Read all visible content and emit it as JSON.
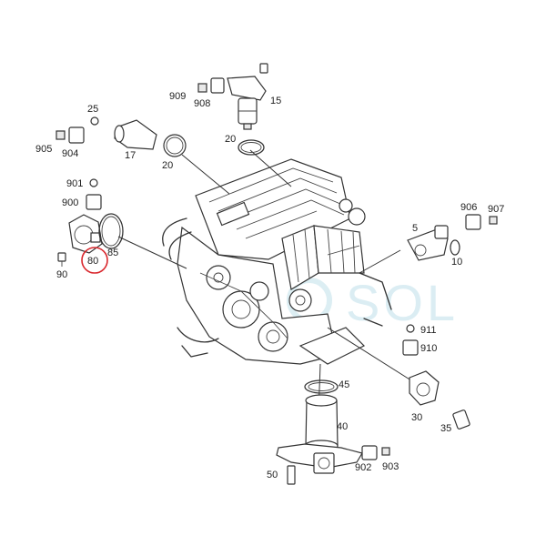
{
  "watermark": "SOL",
  "highlight_color": "#d9262c",
  "callouts": {
    "c909": "909",
    "c908": "908",
    "c15": "15",
    "c25": "25",
    "c905": "905",
    "c904": "904",
    "c17": "17",
    "c20a": "20",
    "c20b": "20",
    "c901": "901",
    "c900": "900",
    "c85": "85",
    "c90": "90",
    "c80": "80",
    "c5": "5",
    "c906": "906",
    "c907": "907",
    "c10": "10",
    "c911": "911",
    "c910": "910",
    "c30": "30",
    "c35": "35",
    "c45": "45",
    "c40": "40",
    "c50": "50",
    "c902": "902",
    "c903": "903"
  }
}
